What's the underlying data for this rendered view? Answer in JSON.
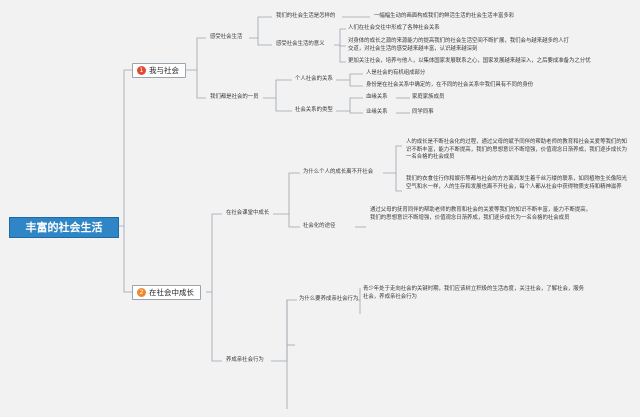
{
  "root": "丰富的社会生活",
  "branch1": {
    "number": "1",
    "label": "我与社会",
    "color": "#e24a33",
    "sub1": {
      "label": "感受社会生活",
      "q1": "我们的社会生活是怎样的",
      "a1": "一幅幅生动的画面构成我们的鲜活生活的社会生活丰富多彩",
      "q2": "感受社会生活的意义",
      "a2a": "人们在社会交往中形成了各种社会关系",
      "a2b": "对身体的成长之源的来源能力的提高我们的社会生活空间不断扩展，我们会与越来越多的人打交道，对社会生活的感受越来越丰富，认识越来越深刻",
      "a2c": "更加关注社会，培养与他人，以集体国家发展联系之心，国家发展越来越深入，之后要成准备为之分忧"
    },
    "sub2": {
      "label": "我们都是社会的一员",
      "q1": "个人社会的关系",
      "a1a": "人是社会的有机组成部分",
      "a1b": "身份是在社会关系中确定的，在不同的社会关系中我们具有不同的身份",
      "q2": "社会关系的类型",
      "t1": "血缘关系",
      "t1x": "家庭家族成员",
      "t2": "业缘关系",
      "t2x": "同学同事"
    }
  },
  "branch2": {
    "number": "2",
    "label": "在社会中成长",
    "color": "#f0872b",
    "sub1": {
      "label": "在社会课堂中成长",
      "q1": "为什么个人的成长离不开社会",
      "a1a": "人的成长是不断社会化的过程，通过父母的赋予同伴的帮助老师的教育和社会关爱等我们的知识不断丰富，能力不断提高，我们的思想意识不断增强，价值观念日渐养成，我们逐步成长为一名合格的社会成员",
      "a1b": "我们的衣食住行你和娱乐等都与社会的方方面面发生着千丝万缕的联系，如同植物生长像阳光空气和水一样，人的生存和发展也离不开社会，每个人都从社会中获得物质支持和精神滋养",
      "q2": "社会化的途径",
      "a2": "通过父母的抚育同伴的帮助老师的教育和社会的关爱等我们的知识不断丰富，能力不断提高，我们的思想意识不断增强，价值观念日渐养成，我们逐步成长为一名合格的社会成员"
    },
    "sub2": {
      "label": "养成亲社会行为",
      "q1": "为什么要养成亲社会行为",
      "a1": "青少年处于走向社会的关键时期，我们应该树立积极的生活态度，关注社会，了解社会，服务社会，养成亲社会行为"
    }
  },
  "colors": {
    "root": "#2f86c6",
    "line": "#9aa4ad",
    "background": "#f2f2f2"
  }
}
